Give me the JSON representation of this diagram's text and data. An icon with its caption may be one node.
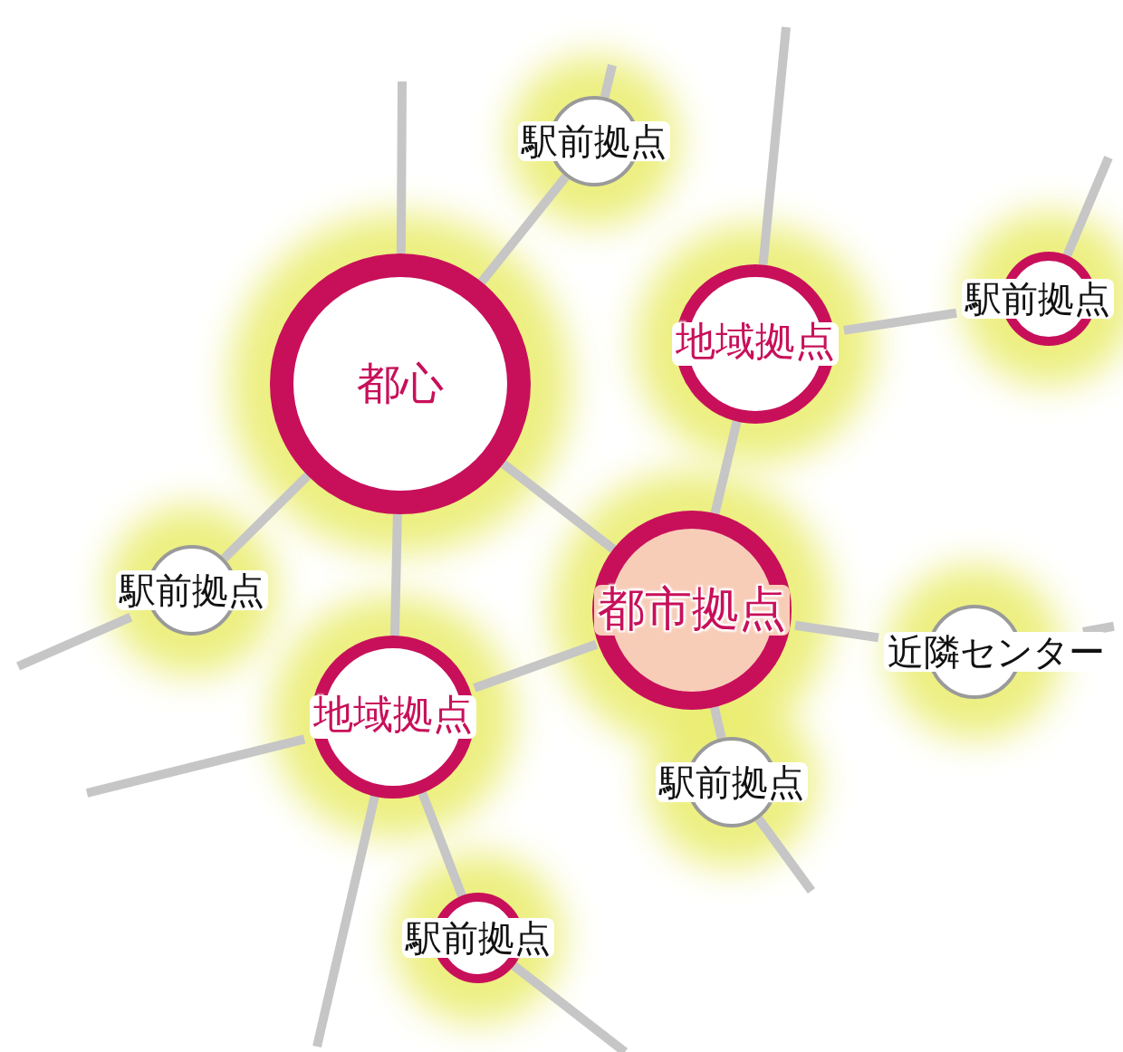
{
  "diagram": {
    "nodes": [
      {
        "text": [
          "駅前拠点"
        ]
      },
      {
        "text": [
          "駅前拠点"
        ]
      },
      {
        "text": [
          "地域拠点"
        ]
      },
      {
        "text": [
          "都心"
        ]
      },
      {
        "text": [
          "駅前拠点"
        ]
      },
      {
        "text": [
          "都市拠点"
        ]
      },
      {
        "text": [
          "近隣センター"
        ]
      },
      {
        "text": [
          "地域拠点"
        ]
      },
      {
        "text": [
          "駅前拠点"
        ]
      },
      {
        "text": [
          "駅前拠点"
        ]
      }
    ],
    "edges": [
      {
        "from": 3,
        "to": 0,
        "arrow": "none"
      },
      {
        "from": 3,
        "to": 5,
        "arrow": "none"
      },
      {
        "from": 3,
        "to": 7,
        "arrow": "none"
      },
      {
        "from": 3,
        "to": 4,
        "arrow": "none"
      },
      {
        "from": 2,
        "to": 5,
        "arrow": "none"
      },
      {
        "from": 2,
        "to": 1,
        "arrow": "none"
      },
      {
        "from": 5,
        "to": 7,
        "arrow": "none"
      },
      {
        "from": 5,
        "to": 6,
        "arrow": "none"
      },
      {
        "from": 5,
        "to": 8,
        "arrow": "none"
      },
      {
        "from": 7,
        "to": 9,
        "arrow": "none"
      },
      {
        "from": 3,
        "to": null,
        "arrow": "none"
      },
      {
        "from": 0,
        "to": null,
        "arrow": "none"
      },
      {
        "from": 2,
        "to": null,
        "arrow": "none"
      },
      {
        "from": 1,
        "to": null,
        "arrow": "none"
      },
      {
        "from": 4,
        "to": null,
        "arrow": "none"
      },
      {
        "from": 7,
        "to": null,
        "arrow": "none"
      },
      {
        "from": 7,
        "to": null,
        "arrow": "none"
      },
      {
        "from": 8,
        "to": null,
        "arrow": "none"
      },
      {
        "from": 9,
        "to": null,
        "arrow": "none"
      },
      {
        "from": 6,
        "to": null,
        "arrow": "none"
      }
    ]
  }
}
